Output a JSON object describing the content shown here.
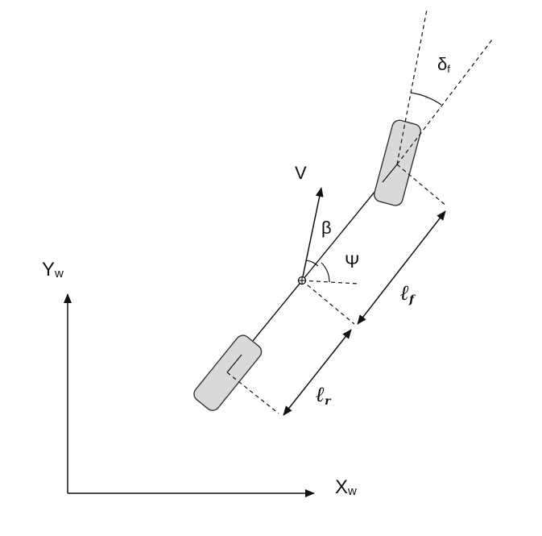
{
  "labels": {
    "x_axis": "X",
    "x_axis_sub": "w",
    "y_axis": "Y",
    "y_axis_sub": "w",
    "velocity": "V",
    "slip_angle": "β",
    "heading_angle": "Ψ",
    "steering_angle": "δ",
    "steering_angle_sub": "f",
    "rear_length": "ℓ",
    "rear_length_sub": "r",
    "front_length": "ℓ",
    "front_length_sub": "f"
  },
  "colors": {
    "line": "#111111",
    "wheel_fill": "#d9d9d9",
    "wheel_stroke": "#333333"
  },
  "icons": {
    "center_of_gravity": "circled-cross-icon"
  }
}
